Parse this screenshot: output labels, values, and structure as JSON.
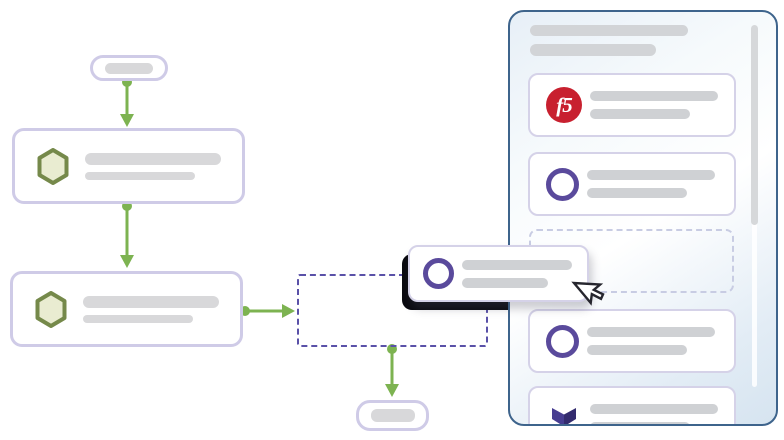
{
  "scene": {
    "colors": {
      "canvas_bg": "#ffffff",
      "connector_green": "#7db351",
      "node_border": "#cfcbe7",
      "placeholder_bar": "#d8d8da",
      "flow_dropzone_dash": "#5a51a8",
      "hexagon_fill": "#e9ecd1",
      "hexagon_stroke": "#75894a",
      "ring_purple": "#5a4a9c",
      "panel_border": "#3e648c",
      "panel_item_border": "#d5d2e8",
      "panel_slot_dash": "#c8cce3",
      "f5_red": "#c8202f",
      "terraform_purple": "#473d91",
      "drag_shadow": "#0a0a10"
    }
  },
  "flow": {
    "start_node": {
      "id": "start",
      "type": "pill-node"
    },
    "steps": [
      {
        "id": "step-1",
        "icon": "hexagon"
      },
      {
        "id": "step-2",
        "icon": "hexagon"
      }
    ],
    "dropzone": {
      "id": "flow-dropzone",
      "style": "dashed"
    },
    "end_node": {
      "id": "end",
      "type": "pill-node"
    },
    "connectors": [
      {
        "from": "start",
        "to": "step-1"
      },
      {
        "from": "step-1",
        "to": "step-2"
      },
      {
        "from": "step-2",
        "to": "flow-dropzone"
      },
      {
        "from": "flow-dropzone",
        "to": "end"
      }
    ]
  },
  "panel": {
    "header_bars": 2,
    "items": [
      {
        "id": "f5",
        "icon": "f5-logo",
        "icon_text": "f5"
      },
      {
        "id": "2",
        "icon": "ring"
      },
      {
        "id": "origin-slot",
        "type": "placeholder"
      },
      {
        "id": "3",
        "icon": "ring"
      },
      {
        "id": "terraform",
        "icon": "terraform-logo"
      }
    ],
    "scrollbar": {
      "visible": true
    }
  },
  "drag": {
    "card": {
      "id": "dragged-card",
      "icon": "ring"
    },
    "cursor": "arrow-pointer"
  }
}
